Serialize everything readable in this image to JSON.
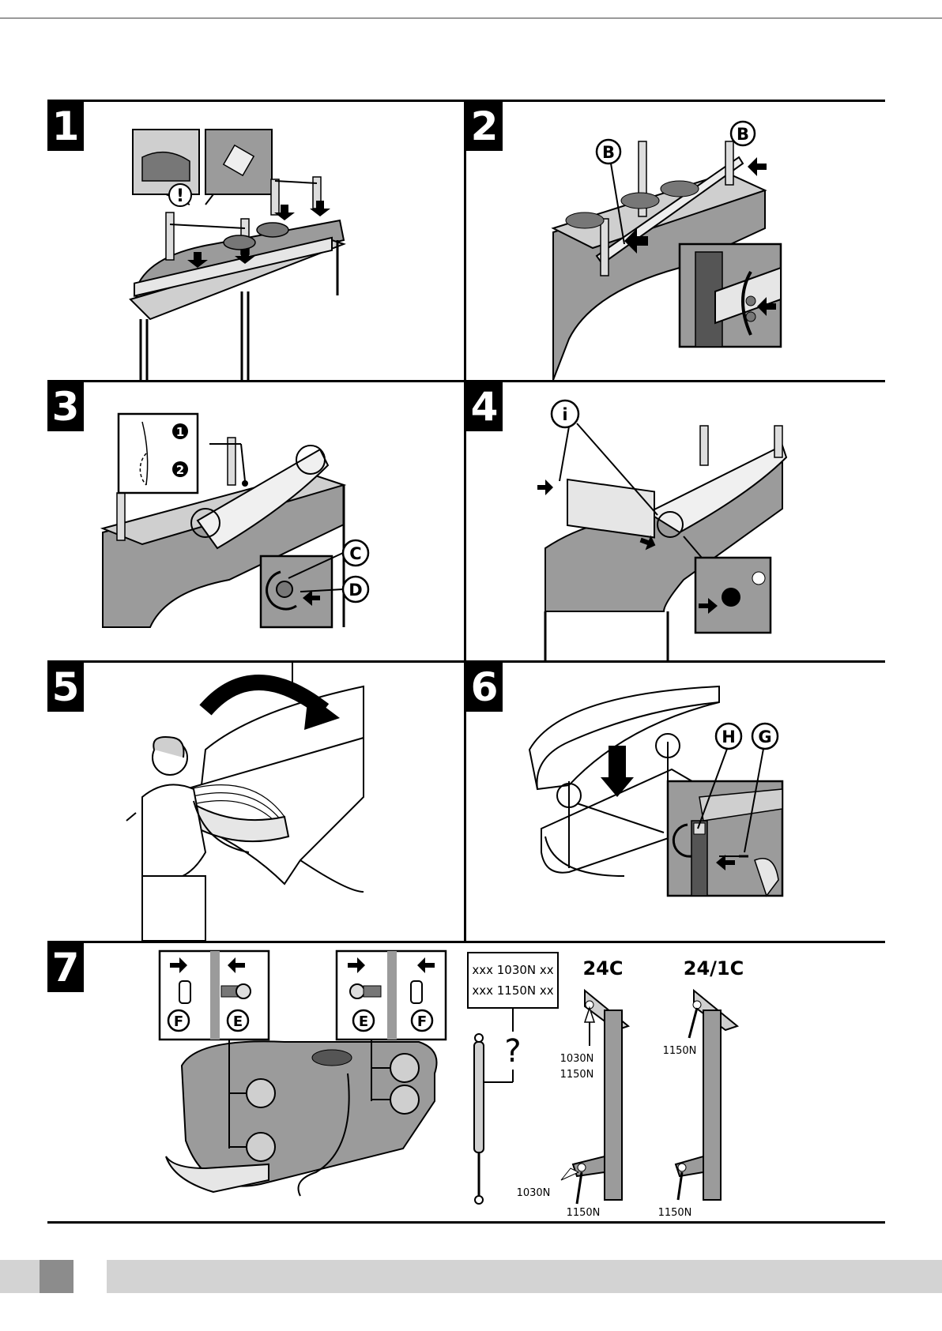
{
  "steps": [
    {
      "number": "1"
    },
    {
      "number": "2"
    },
    {
      "number": "3"
    },
    {
      "number": "4"
    },
    {
      "number": "5"
    },
    {
      "number": "6"
    },
    {
      "number": "7"
    }
  ],
  "callouts": {
    "warning_mark": "!",
    "info_mark": "i",
    "b": "B",
    "c": "C",
    "d": "D",
    "h": "H",
    "g": "G",
    "e": "E",
    "f": "F",
    "num1": "1",
    "num2": "2",
    "question": "?"
  },
  "step7": {
    "label_box_line1": "xxx 1030N xx",
    "label_box_line2": "xxx 1150N xx",
    "model_24c": "24C",
    "model_24_1c": "24/1C",
    "force_1030": "1030N",
    "force_1150": "1150N"
  },
  "colors": {
    "ink": "#111111",
    "shade": "#9b9b9b",
    "light_shade": "#cfcfcf",
    "footer": "#d3d3d3",
    "footer_tab": "#8c8c8c"
  }
}
